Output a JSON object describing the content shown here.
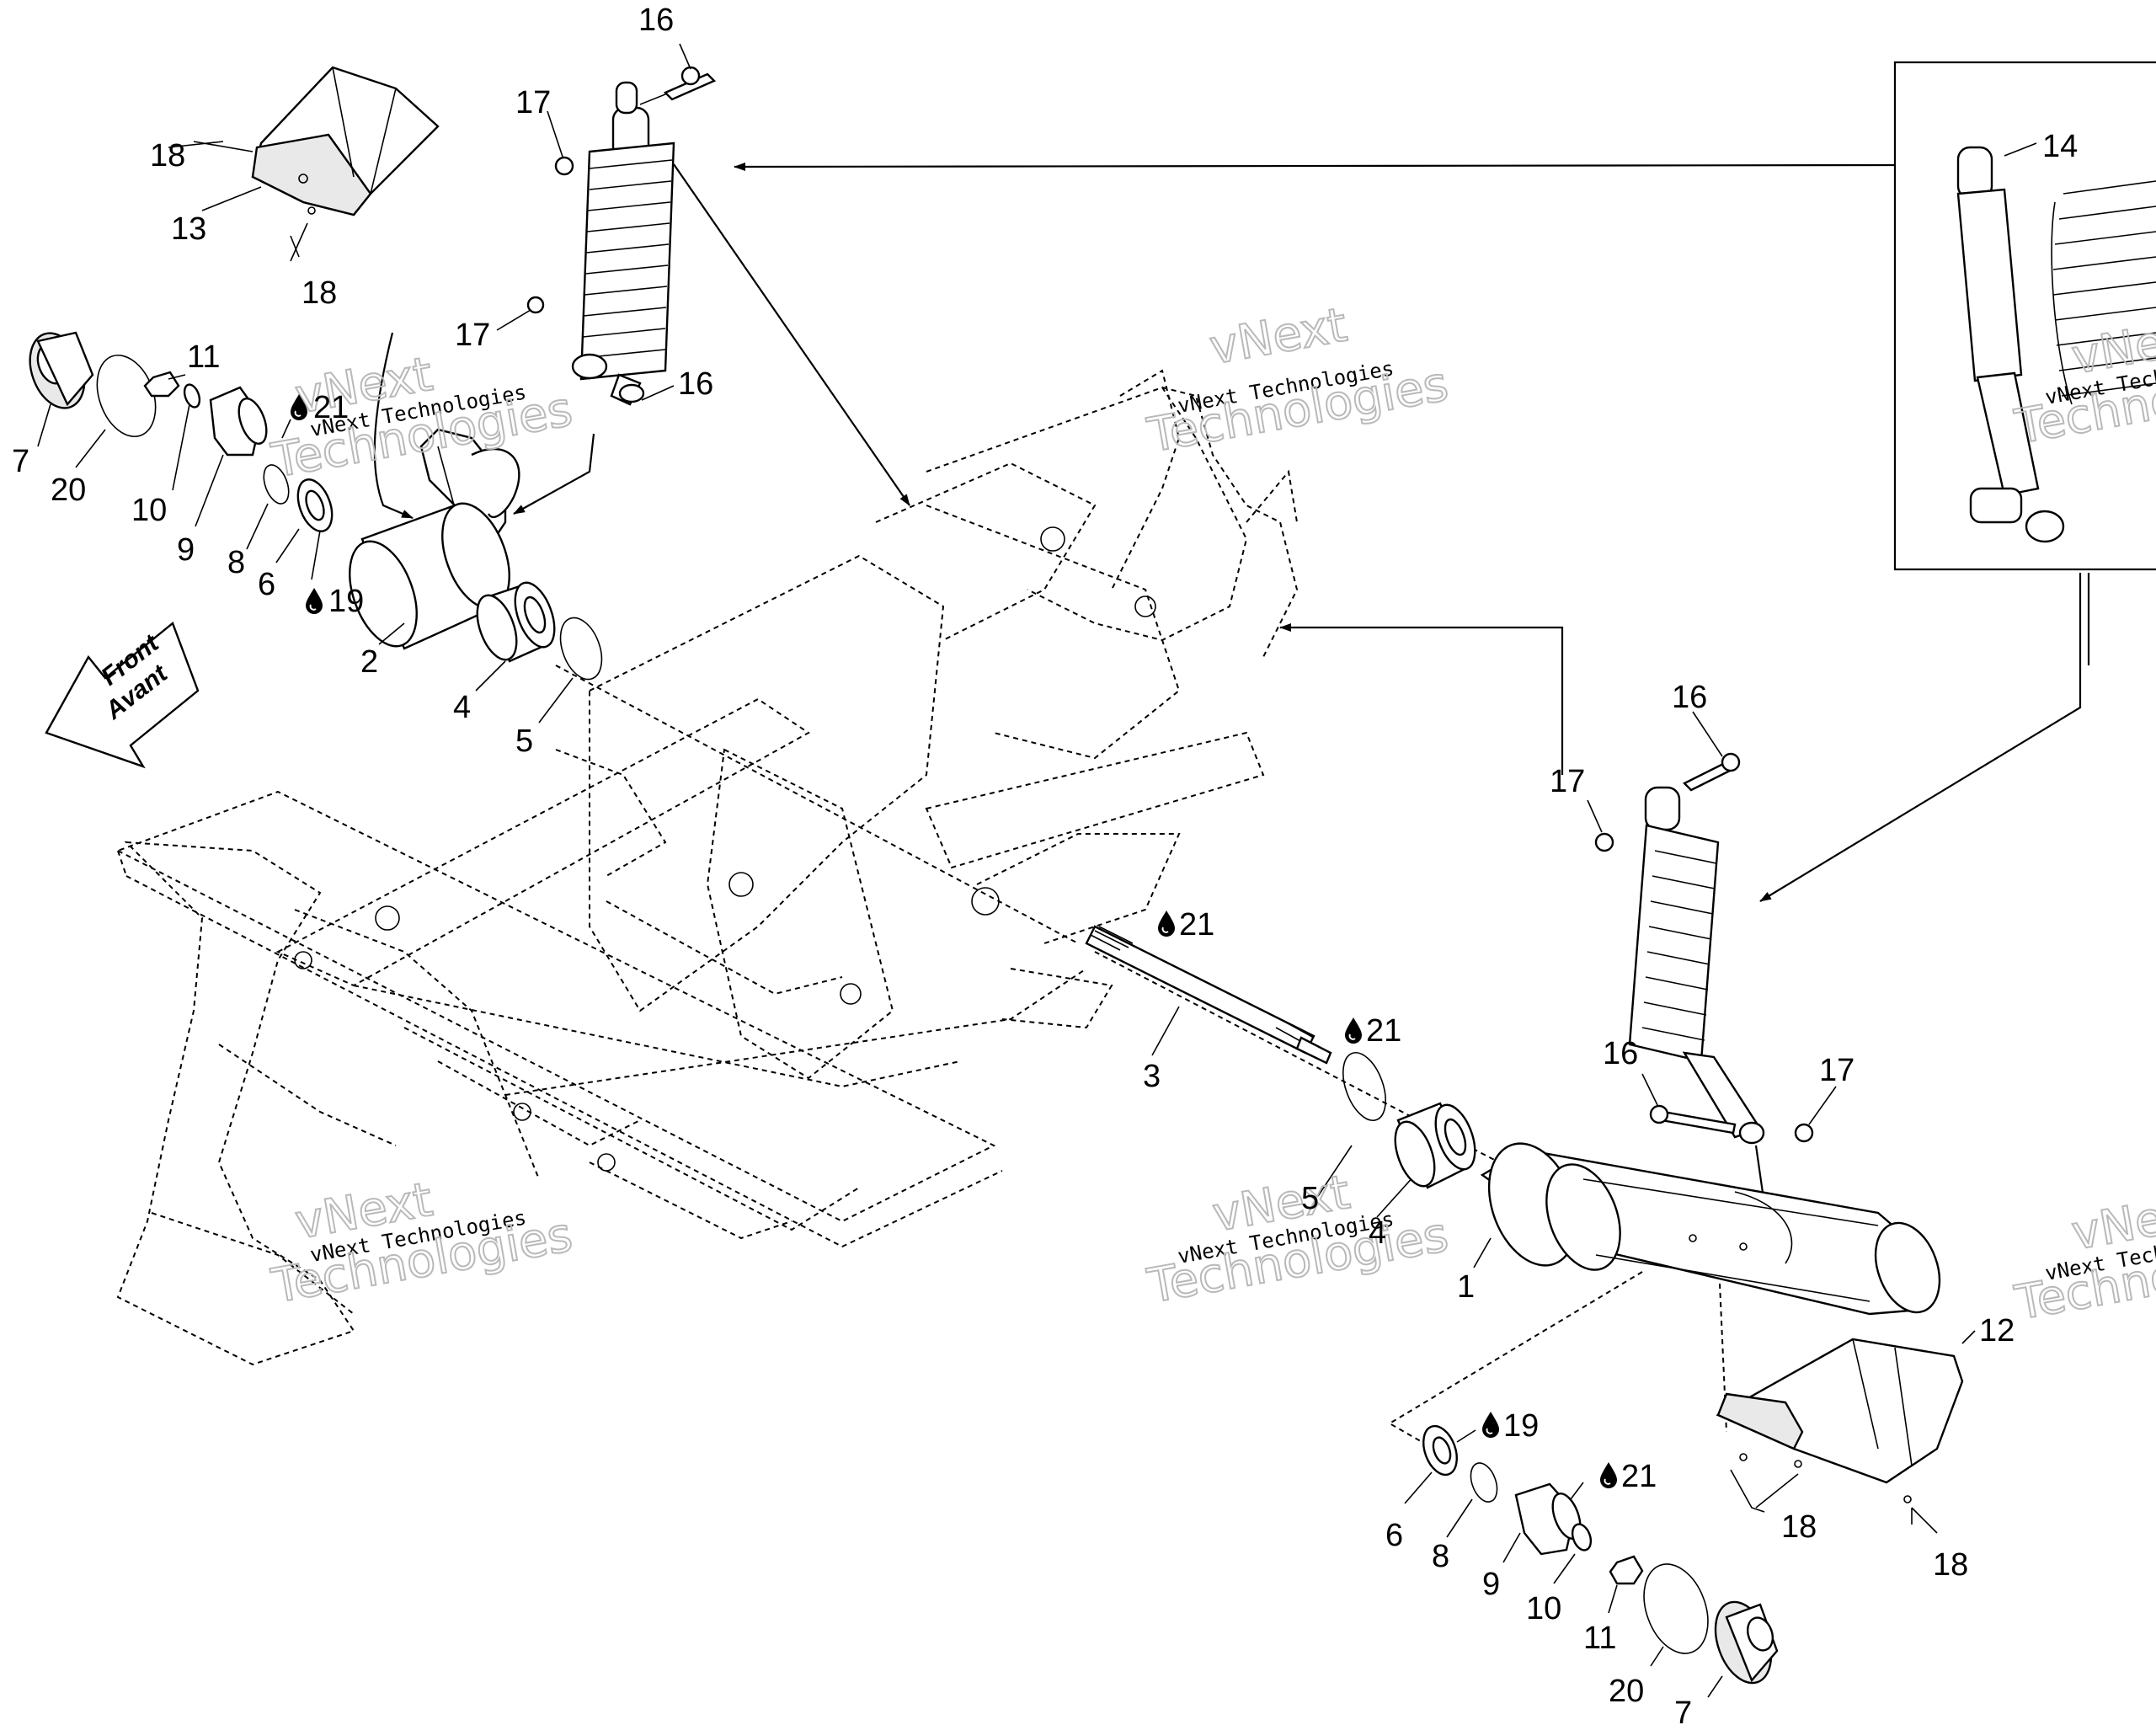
{
  "watermark": {
    "brand": "vNext",
    "line": "vNext Technologies",
    "word": "Technologies"
  },
  "front_arrow": {
    "en": "Front",
    "fr": "Avant"
  },
  "callouts": {
    "c16a": "16",
    "c17a": "17",
    "c18a": "18",
    "c13": "13",
    "c18b": "18",
    "c17b": "17",
    "c16b": "16",
    "c11a": "11",
    "c21a": "21",
    "c7a": "7",
    "c20a": "20",
    "c10a": "10",
    "c9a": "9",
    "c8a": "8",
    "c6a": "6",
    "c19a": "19",
    "c2": "2",
    "c4a": "4",
    "c5a": "5",
    "c14": "14",
    "c16c": "16",
    "c17c": "17",
    "c21b": "21",
    "c3": "3",
    "c21c": "21",
    "c16d": "16",
    "c17d": "17",
    "c5b": "5",
    "c4b": "4",
    "c1": "1",
    "c12": "12",
    "c19b": "19",
    "c21d": "21",
    "c18c": "18",
    "c18d": "18",
    "c6b": "6",
    "c8b": "8",
    "c9b": "9",
    "c10b": "10",
    "c11b": "11",
    "c20b": "20",
    "c7b": "7"
  },
  "colors": {
    "line": "#000000",
    "background": "#ffffff",
    "watermark_outline": "#b9b9b9"
  },
  "icons": {
    "lubricant": "oil-drop-icon",
    "direction": "front-arrow-icon"
  }
}
